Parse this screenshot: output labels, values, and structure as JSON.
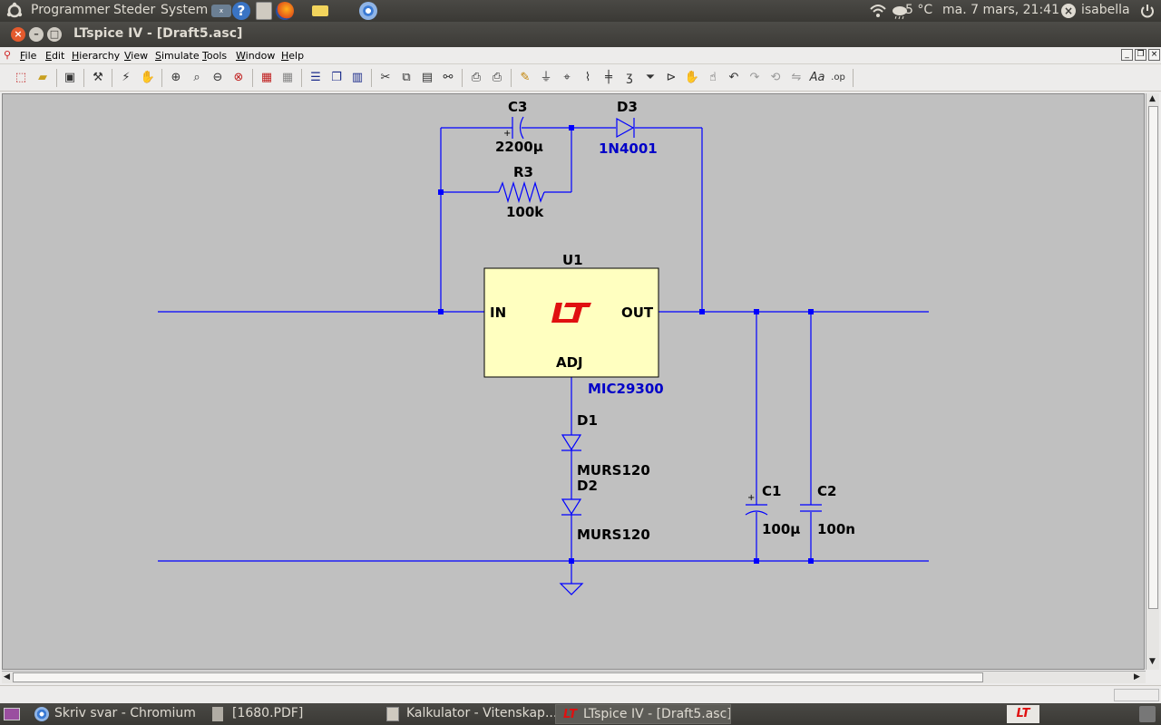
{
  "top_panel": {
    "menus": [
      "Programmer",
      "Steder",
      "System"
    ],
    "weather": "5 °C",
    "clock": "ma.  7 mars, 21:41",
    "user": "isabella",
    "icons": [
      "ubuntu-logo-icon",
      "xchat-icon",
      "help-icon",
      "calculator-icon",
      "firefox-icon",
      "folder-icon",
      "chromium-icon",
      "wifi-icon",
      "weather-icon",
      "user-icon",
      "power-icon"
    ]
  },
  "window": {
    "title": "LTspice IV - [Draft5.asc]"
  },
  "menubar": {
    "items": [
      "File",
      "Edit",
      "Hierarchy",
      "View",
      "Simulate",
      "Tools",
      "Window",
      "Help"
    ]
  },
  "toolbar": {
    "tools": [
      "new-schematic",
      "open",
      "save",
      "control-panel",
      "run",
      "halt",
      "zoom-area",
      "pan-zoom",
      "zoom-out",
      "zoom-fit",
      "autorange",
      "grid",
      "tile-horizontal",
      "cascade",
      "tile-vertical",
      "cut",
      "copy",
      "paste",
      "find",
      "print-setup",
      "print",
      "draw-wire",
      "ground",
      "label-net",
      "resistor",
      "capacitor",
      "inductor",
      "diode",
      "component",
      "move",
      "drag",
      "undo",
      "redo",
      "rotate",
      "mirror",
      "text",
      "spice-directive"
    ]
  },
  "schematic": {
    "wire_color": "#0000ff",
    "background_color": "#c0c0c0",
    "ic": {
      "ref": "U1",
      "part": "MIC29300",
      "pin_in": "IN",
      "pin_out": "OUT",
      "pin_adj": "ADJ",
      "body_color": "#ffffc0",
      "logo_color": "#e01010"
    },
    "components": {
      "c3": {
        "ref": "C3",
        "value": "2200µ"
      },
      "r3": {
        "ref": "R3",
        "value": "100k"
      },
      "d3": {
        "ref": "D3",
        "value": "1N4001"
      },
      "d1": {
        "ref": "D1",
        "value": "MURS120"
      },
      "d2": {
        "ref": "D2",
        "value": "MURS120"
      },
      "c1": {
        "ref": "C1",
        "value": "100µ"
      },
      "c2": {
        "ref": "C2",
        "value": "100n"
      }
    }
  },
  "taskbar": {
    "tasks": [
      {
        "label": "Skriv svar - Chromium",
        "icon": "chromium-icon"
      },
      {
        "label": "[1680.PDF]",
        "icon": "document-icon"
      },
      {
        "label": "Kalkulator - Vitenskap...",
        "icon": "calculator-icon"
      },
      {
        "label": "LTspice IV - [Draft5.asc]",
        "icon": "ltspice-icon",
        "active": true
      }
    ]
  }
}
